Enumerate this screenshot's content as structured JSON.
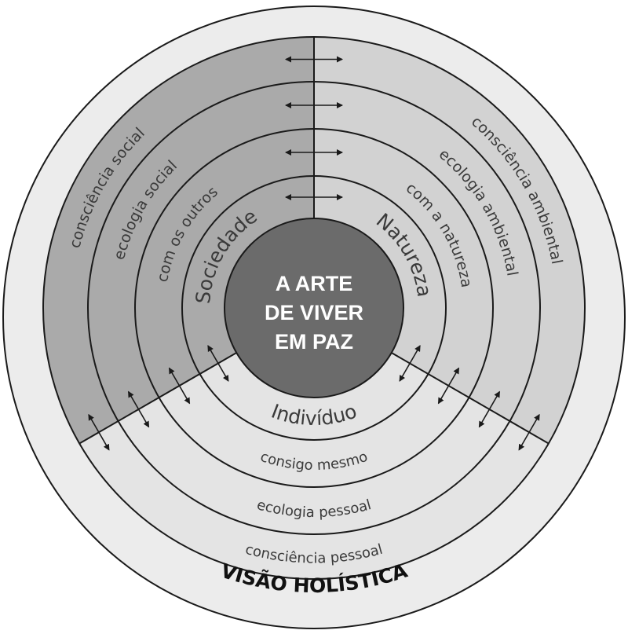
{
  "center": {
    "lines": [
      "A ARTE",
      "DE VIVER",
      "EM PAZ"
    ]
  },
  "title": "VISÃO HOLÍSTICA",
  "sectors": {
    "left": {
      "labels": [
        "Sociedade",
        "com os outros",
        "ecologia social",
        "consciência social"
      ]
    },
    "right": {
      "labels": [
        "Natureza",
        "com a natureza",
        "ecologia ambiental",
        "consciência ambiental"
      ]
    },
    "bottom": {
      "labels": [
        "Indivíduo",
        "consigo mesmo",
        "ecologia pessoal",
        "consciência pessoal"
      ]
    }
  },
  "colors": {
    "background": "#ffffff",
    "outer_disc": "#ececec",
    "left_sector": "#aaaaaa",
    "right_sector": "#d2d2d2",
    "bottom_sector": "#e4e4e4",
    "center_disc": "#6b6b6b",
    "lines": "#1a1a1a",
    "center_text": "#ffffff"
  }
}
